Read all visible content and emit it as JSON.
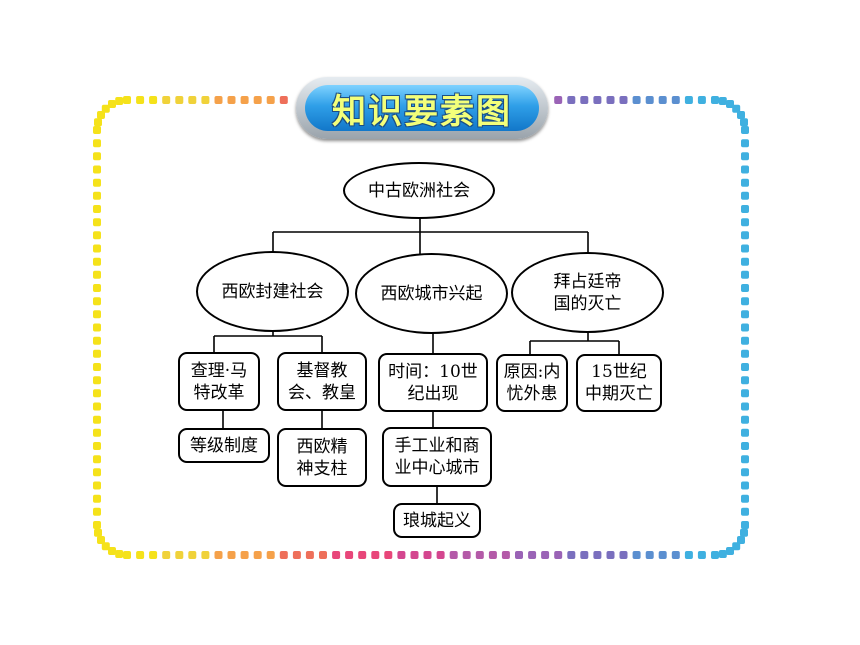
{
  "title": "知识要素图",
  "colors": {
    "frame_dots": [
      "#f5e21a",
      "#f0d23a",
      "#f5a14a",
      "#ee6f5a",
      "#e8467a",
      "#d4468f",
      "#b45aa8",
      "#9a63b6",
      "#7a6fbe",
      "#5b8fd0",
      "#3fb0e0"
    ],
    "title_text": "#f3ff7a",
    "title_fill": "#2f9fe8"
  },
  "diagram": {
    "root": "中古欧洲社会",
    "branches": [
      {
        "label": "西欧封建社会",
        "children": [
          {
            "label": "查理·马\n特改革",
            "child": "等级制度"
          },
          {
            "label": "基督教\n会、教皇",
            "child": "西欧精\n神支柱"
          }
        ]
      },
      {
        "label": "西欧城市兴起",
        "children": [
          {
            "label": "时间：10世\n纪出现",
            "child": "手工业和商\n业中心城市",
            "grandchild": "琅城起义"
          }
        ]
      },
      {
        "label": "拜占廷帝\n国的灭亡",
        "children": [
          {
            "label": "原因:内\n忧外患"
          },
          {
            "label": "15世纪\n中期灭亡"
          }
        ]
      }
    ]
  }
}
